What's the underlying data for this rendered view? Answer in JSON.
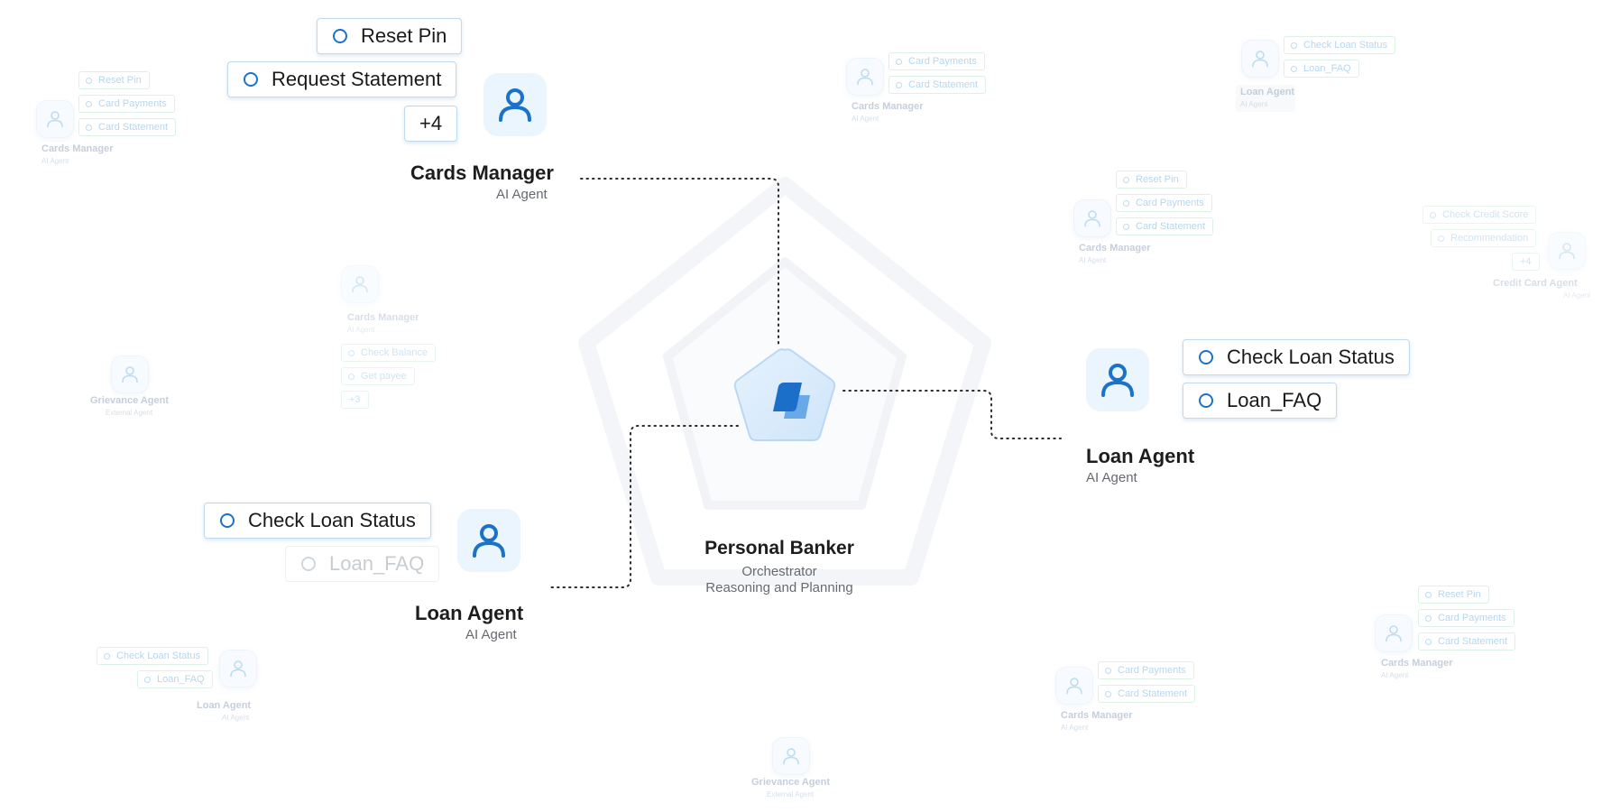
{
  "orchestrator": {
    "name": "Personal Banker",
    "role": "Orchestrator",
    "subtitle": "Reasoning and Planning"
  },
  "main_agents": {
    "cards_manager": {
      "name": "Cards Manager",
      "role": "AI Agent",
      "capabilities": [
        "Reset Pin",
        "Request Statement"
      ],
      "more": "+4"
    },
    "loan_agent_right": {
      "name": "Loan Agent",
      "role": "AI Agent",
      "capabilities": [
        "Check Loan Status",
        "Loan_FAQ"
      ]
    },
    "loan_agent_left": {
      "name": "Loan Agent",
      "role": "AI Agent",
      "capabilities": [
        "Check Loan Status",
        "Loan_FAQ"
      ]
    }
  },
  "ghost_agents": {
    "g1": {
      "name": "Cards Manager",
      "role": "AI Agent",
      "capabilities": [
        "Reset Pin",
        "Card Payments",
        "Card Statement"
      ]
    },
    "g2": {
      "name": "Cards Manager",
      "role": "AI Agent",
      "capabilities": [
        "Card Payments",
        "Card Statement"
      ]
    },
    "g3": {
      "name": "Loan Agent",
      "role": "AI Agent",
      "capabilities": [
        "Check Loan Status",
        "Loan_FAQ"
      ]
    },
    "g4": {
      "name": "Cards Manager",
      "role": "AI Agent",
      "capabilities": [
        "Reset Pin",
        "Card Payments",
        "Card Statement"
      ]
    },
    "g5": {
      "name": "Credit Card Agent",
      "role": "AI Agent",
      "capabilities": [
        "Check Credit Score",
        "Recommendation"
      ],
      "more": "+4"
    },
    "g6": {
      "name": "Cards Manager",
      "role": "AI Agent",
      "capabilities": [
        "Check Balance",
        "Get payee"
      ],
      "more": "+3"
    },
    "g7": {
      "name": "Grievance Agent",
      "role": "External Agent"
    },
    "g8": {
      "name": "Loan Agent",
      "role": "AI Agent",
      "capabilities": [
        "Check Loan Status",
        "Loan_FAQ"
      ]
    },
    "g9": {
      "name": "Cards Manager",
      "role": "AI Agent",
      "capabilities": [
        "Reset Pin",
        "Card Payments",
        "Card Statement"
      ]
    },
    "g10": {
      "name": "Cards Manager",
      "role": "AI Agent",
      "capabilities": [
        "Card Payments",
        "Card Statement"
      ]
    },
    "g11": {
      "name": "Grievance Agent",
      "role": "External Agent"
    }
  },
  "colors": {
    "accent": "#1a73c8",
    "avatar_bg": "#eaf5fd",
    "ghost_text": "#7f95b3",
    "chip_border": "#b8e2c8"
  }
}
